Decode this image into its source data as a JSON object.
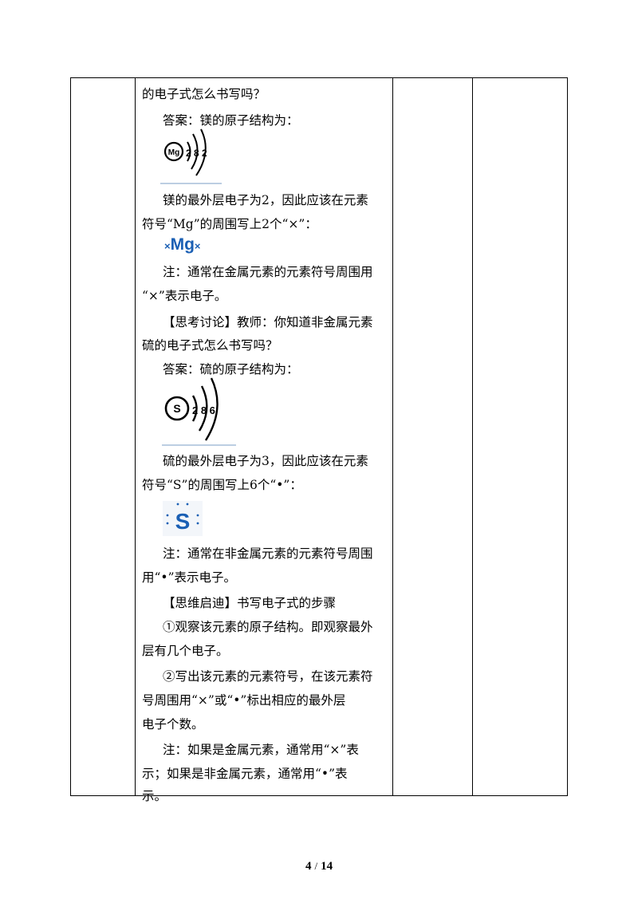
{
  "content": {
    "lines": [
      "的电子式怎么书写吗？",
      "答案：镁的原子结构为：",
      "镁的最外层电子为2，因此应该在元素",
      "符号“Mg”的周围写上2个“×”：",
      "注：通常在金属元素的元素符号周围用",
      "“×”表示电子。",
      "【思考讨论】教师：你知道非金属元素",
      "硫的电子式怎么书写吗？",
      "答案：硫的原子结构为：",
      "硫的最外层电子为3，因此应该在元素",
      "符号“S”的周围写上6个“•”：",
      "注：通常在非金属元素的元素符号周围",
      "用“•”表示电子。",
      "【思维启迪】书写电子式的步骤",
      "①观察该元素的原子结构。即观察最外",
      "层有几个电子。",
      "②写出该元素的元素符号，在该元素符",
      "号周围用“×”或“•”标出相应的最外层",
      "电子个数。",
      "注：如果是金属元素，通常用“×”表",
      "示；如果是非金属元素，通常用“•”表",
      "示。"
    ]
  },
  "mg_diagram": {
    "symbol": "Mg",
    "shells": "2 8 2"
  },
  "mg_dot": {
    "left_mark": "×",
    "symbol": "Mg",
    "right_mark": "×"
  },
  "s_diagram": {
    "symbol": "S",
    "shells": "2 8 6"
  },
  "s_dot": {
    "symbol": "S",
    "color": "#1a5fb4"
  },
  "footer": {
    "current": "4",
    "separator": "/",
    "total": "14"
  }
}
